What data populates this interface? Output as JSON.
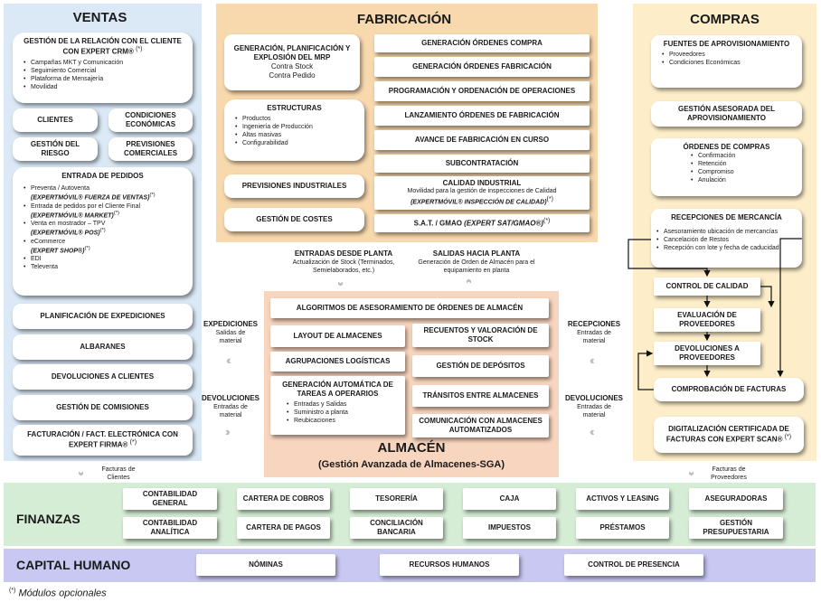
{
  "ventas": {
    "title": "VENTAS",
    "crm": {
      "title": "GESTIÓN DE LA RELACIÓN CON EL CLIENTE CON EXPERT CRM® ",
      "mark": "(*)",
      "items": [
        "Campañas MKT y Comunicación",
        "Seguimiento Comercial",
        "Plataforma de Mensajería",
        "Movilidad"
      ]
    },
    "clientes": "CLIENTES",
    "condiciones": "CONDICIONES ECONÓMICAS",
    "riesgo": "GESTIÓN DEL RIESGO",
    "previsiones": "PREVISIONES COMERCIALES",
    "pedidos": {
      "title": "ENTRADA DE PEDIDOS",
      "items": [
        {
          "text": "Preventa / Autoventa",
          "opt": "(EXPERTMÓVIL® FUERZA DE VENTAS)",
          "mark": "(*)"
        },
        {
          "text": "Entrada de pedidos por el Cliente Final",
          "opt": "(EXPERTMÓVIL® MARKET)",
          "mark": "(*)"
        },
        {
          "text": "Venta en mostrador – TPV",
          "opt": "(EXPERTMÓVIL® POS)",
          "mark": "(*)"
        },
        {
          "text": "eCommerce",
          "opt": "(EXPERT SHOP®)",
          "mark": "(*)"
        },
        {
          "text": "EDI",
          "opt": "",
          "mark": ""
        },
        {
          "text": "Televenta",
          "opt": "",
          "mark": ""
        }
      ]
    },
    "planificacion": "PLANIFICACIÓN DE EXPEDICIONES",
    "albaranes": "ALBARANES",
    "devoluciones": "DEVOLUCIONES A CLIENTES",
    "comisiones": "GESTIÓN DE COMISIONES",
    "facturacion": "FACTURACIÓN /  FACT. ELECTRÓNICA CON EXPERT FIRMA® ",
    "facturacion_mark": "(*)"
  },
  "fabricacion": {
    "title": "FABRICACIÓN",
    "mrp": {
      "title": "GENERACIÓN, PLANIFICACIÓN Y EXPLOSIÓN DEL MRP",
      "lines": [
        "Contra Stock",
        "Contra Pedido"
      ]
    },
    "estructuras": {
      "title": "ESTRUCTURAS",
      "items": [
        "Productos",
        "Ingeniería de Producción",
        "Altas masivas",
        "Configurabilidad"
      ]
    },
    "previsiones": "PREVISIONES INDUSTRIALES",
    "costes": "GESTIÓN DE COSTES",
    "right": [
      "GENERACIÓN ÓRDENES COMPRA",
      "GENERACIÓN ÓRDENES FABRICACIÓN",
      "PROGRAMACIÓN Y ORDENACIÓN DE OPERACIONES",
      "LANZAMIENTO ÓRDENES DE FABRICACIÓN",
      "AVANCE DE FABRICACIÓN EN CURSO",
      "SUBCONTRATACIÓN"
    ],
    "calidad": {
      "title": "CALIDAD INDUSTRIAL",
      "line": "Movilidad para la gestión de inspecciones de Calidad",
      "opt": "(EXPERTMÓVIL® INSPECCIÓN DE CALIDAD)",
      "mark": "(*)"
    },
    "sat": {
      "title": "S.A.T. / GMAO ",
      "opt": "(EXPERT SAT/GMAO®)",
      "mark": "(*)"
    }
  },
  "compras": {
    "title": "COMPRAS",
    "fuentes": {
      "title": "FUENTES DE APROVISIONAMIENTO",
      "items": [
        "Proveedores",
        "Condiciones Económicas"
      ]
    },
    "asesorada": "GESTIÓN ASESORADA DEL APROVISIONAMIENTO",
    "ordenes": {
      "title": "ÓRDENES DE COMPRAS",
      "items": [
        "Confirmación",
        "Retención",
        "Compromiso",
        "Anulación"
      ]
    },
    "recepciones": {
      "title": "RECEPCIONES DE MERCANCÍA",
      "items": [
        "Asesoramiento  ubicación de mercancías",
        "Cancelación de Restos",
        "Recepción con lote y fecha de caducidad"
      ]
    },
    "control": "CONTROL DE CALIDAD",
    "evaluacion": "EVALUACIÓN DE PROVEEDORES",
    "devoluciones": "DEVOLUCIONES A PROVEEDORES",
    "comprobacion": "COMPROBACIÓN DE FACTURAS",
    "digitalizacion": "DIGITALIZACIÓN CERTIFICADA DE FACTURAS CON EXPERT SCAN® ",
    "digitalizacion_mark": "(*)"
  },
  "flows": {
    "entradas_planta": {
      "title": "ENTRADAS DESDE PLANTA",
      "line1": "Actualización de Stock  (Terminados,",
      "line2": "Semielaborados, etc.)"
    },
    "salidas_planta": {
      "title": "SALIDAS HACIA PLANTA",
      "line1": "Generación de Orden de Almacén para el",
      "line2": "equipamiento en planta"
    },
    "expediciones": {
      "title": "EXPEDICIONES",
      "line1": "Salidas de",
      "line2": "material"
    },
    "devoluciones_izq": {
      "title": "DEVOLUCIONES",
      "line1": "Entradas de",
      "line2": "material"
    },
    "recepciones": {
      "title": "RECEPCIONES",
      "line1": "Entradas de",
      "line2": "material"
    },
    "devoluciones_der": {
      "title": "DEVOLUCIONES",
      "line1": "Entradas de",
      "line2": "material"
    },
    "facturas_clientes": {
      "line1": "Facturas de",
      "line2": "Clientes"
    },
    "facturas_proveedores": {
      "line1": "Facturas de",
      "line2": "Proveedores"
    }
  },
  "almacen": {
    "title": "ALMACÉN",
    "subtitle": "(Gestión Avanzada de Almacenes-SGA)",
    "algoritmos": "ALGORITMOS DE ASESORAMIENTO DE ÓRDENES DE ALMACÉN",
    "layout": "LAYOUT DE ALMACENES",
    "agrupaciones": "AGRUPACIONES LOGÍSTICAS",
    "tareas": {
      "title": "GENERACIÓN AUTOMÁTICA DE TAREAS A OPERARIOS",
      "items": [
        "Entradas y Salidas",
        "Suministro a planta",
        "Reubicaciones"
      ]
    },
    "recuentos": "RECUENTOS Y VALORACIÓN DE STOCK",
    "depositos": "GESTIÓN DE DEPÓSITOS",
    "transitos": "TRÁNSITOS ENTRE ALMACENES",
    "comunicacion": "COMUNICACIÓN CON ALMACENES AUTOMATIZADOS"
  },
  "finanzas": {
    "title": "FINANZAS",
    "items": [
      "CONTABILIDAD GENERAL",
      "CARTERA DE COBROS",
      "TESORERÍA",
      "CAJA",
      "ACTIVOS Y LEASING",
      "ASEGURADORAS",
      "CONTABILIDAD ANALÍTICA",
      "CARTERA DE PAGOS",
      "CONCILIACIÓN BANCARIA",
      "IMPUESTOS",
      "PRÉSTAMOS",
      "GESTIÓN PRESUPUESTARIA"
    ]
  },
  "capital": {
    "title": "CAPITAL HUMANO",
    "items": [
      "NÓMINAS",
      "RECURSOS HUMANOS",
      "CONTROL DE PRESENCIA"
    ]
  },
  "footnote": {
    "mark": "(*)",
    "text": " Módulos opcionales"
  }
}
